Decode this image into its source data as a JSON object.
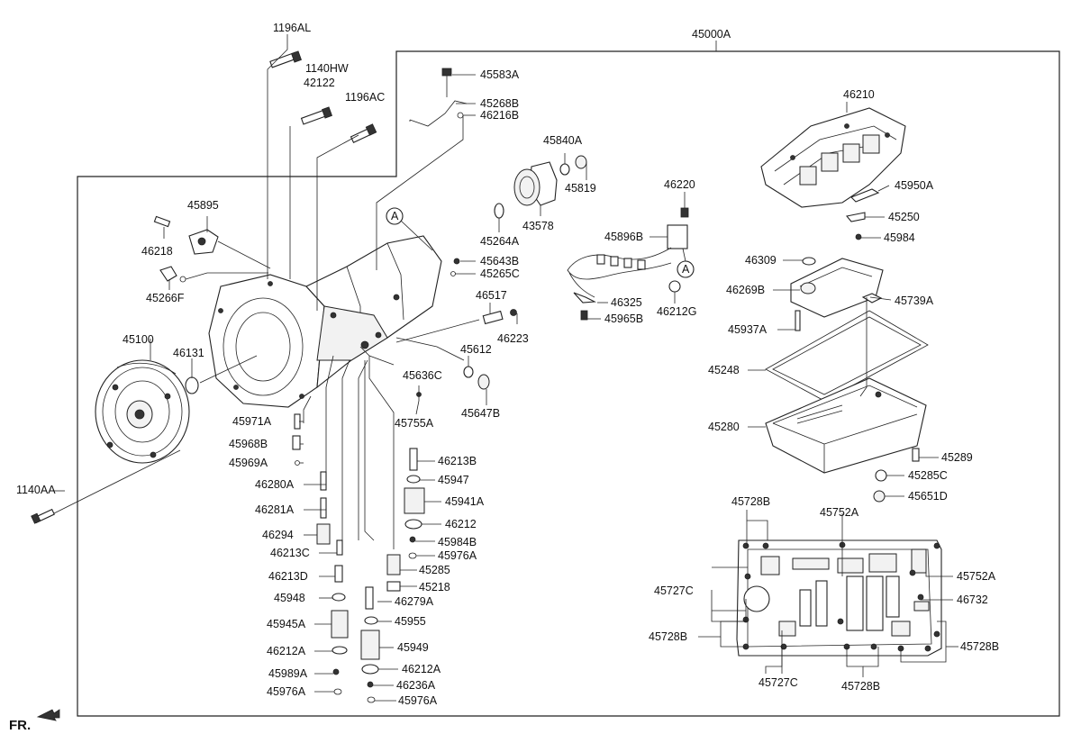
{
  "diagram": {
    "assembly_label": "45000A",
    "corner_label": "FR.",
    "callouts": [
      "1196AL",
      "1140HW",
      "42122",
      "1196AC",
      "45583A",
      "45268B",
      "46216B",
      "45840A",
      "45819",
      "43578",
      "45264A",
      "45895",
      "46218",
      "45266F",
      "45643B",
      "45265C",
      "46517",
      "46223",
      "45100",
      "46131",
      "45612",
      "45636C",
      "45647B",
      "45755A",
      "45971A",
      "45968B",
      "45969A",
      "46213B",
      "45947",
      "45941A",
      "46212",
      "45984B",
      "45976A",
      "45285",
      "45218",
      "46280A",
      "46281A",
      "46294",
      "46213C",
      "46213D",
      "45948",
      "46279A",
      "45955",
      "45945A",
      "45949",
      "46212A",
      "46212A",
      "45989A",
      "46236A",
      "45976A",
      "45976A",
      "1140AA",
      "46220",
      "45896B",
      "A",
      "A",
      "46325",
      "45965B",
      "46212G",
      "46210",
      "45950A",
      "45250",
      "45984",
      "46309",
      "46269B",
      "45739A",
      "45937A",
      "45248",
      "45280",
      "45289",
      "45285C",
      "45651D",
      "45728B",
      "45752A",
      "45727C",
      "45752A",
      "46732",
      "45728B",
      "45728B",
      "45727C",
      "45728B"
    ]
  }
}
